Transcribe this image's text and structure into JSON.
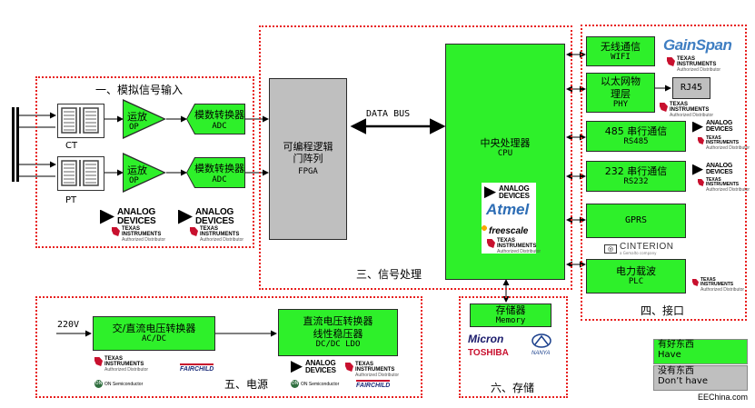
{
  "regions": {
    "analog_input": "一、模拟信号输入",
    "signal_processing": "三、信号处理",
    "interface": "四、接口",
    "power": "五、电源",
    "storage": "六、存储"
  },
  "analog": {
    "ct_label": "CT",
    "pt_label": "PT",
    "op_zh": "运放",
    "op_en": "OP",
    "adc_zh": "模数转换器",
    "adc_en": "ADC"
  },
  "fpga": {
    "line1": "可编程逻辑",
    "line2": "门阵列",
    "line3": "FPGA"
  },
  "data_bus": "DATA BUS",
  "cpu": {
    "zh": "中央处理器",
    "en": "CPU"
  },
  "interfaces": {
    "wifi_zh": "无线通信",
    "wifi_en": "WIFI",
    "eth_zh1": "以太网物",
    "eth_zh2": "理层",
    "eth_en": "PHY",
    "rj45": "RJ45",
    "rs485_zh": "485 串行通信",
    "rs485_en": "RS485",
    "rs232_zh": "232 串行通信",
    "rs232_en": "RS232",
    "gprs": "GPRS",
    "plc_zh": "电力载波",
    "plc_en": "PLC"
  },
  "power": {
    "input_220v": "220V",
    "acdc_zh": "交/直流电压转换器",
    "acdc_en": "AC/DC",
    "dcdc_zh1": "直流电压转换器",
    "dcdc_zh2": "线性稳压器",
    "dcdc_en": "DC/DC  LDO"
  },
  "memory": {
    "zh": "存储器",
    "en": "Memory"
  },
  "legend": {
    "have_zh": "有好东西",
    "have_en": "Have",
    "dont_zh": "没有东西",
    "dont_en": "Don’t have"
  },
  "logos": {
    "analog_devices_1": "ANALOG",
    "analog_devices_2": "DEVICES",
    "ti_1": "TEXAS",
    "ti_2": "INSTRUMENTS",
    "ti_3": "Authorized Distributor",
    "gainspan": "GainSpan",
    "atmel": "Atmel",
    "freescale": "freescale",
    "cinterion": "CINTERION",
    "cinterion_sub": "a Gemalto company",
    "micron": "Micron",
    "toshiba": "TOSHIBA",
    "nanya": "NANYA",
    "fairchild": "FAIRCHILD",
    "on_semi": "ON Semiconductor",
    "watermark": "EEChina.com"
  },
  "colors": {
    "have": "#2ef02a",
    "dont_have": "#bfbfbf",
    "region_border": "#e8201f"
  }
}
